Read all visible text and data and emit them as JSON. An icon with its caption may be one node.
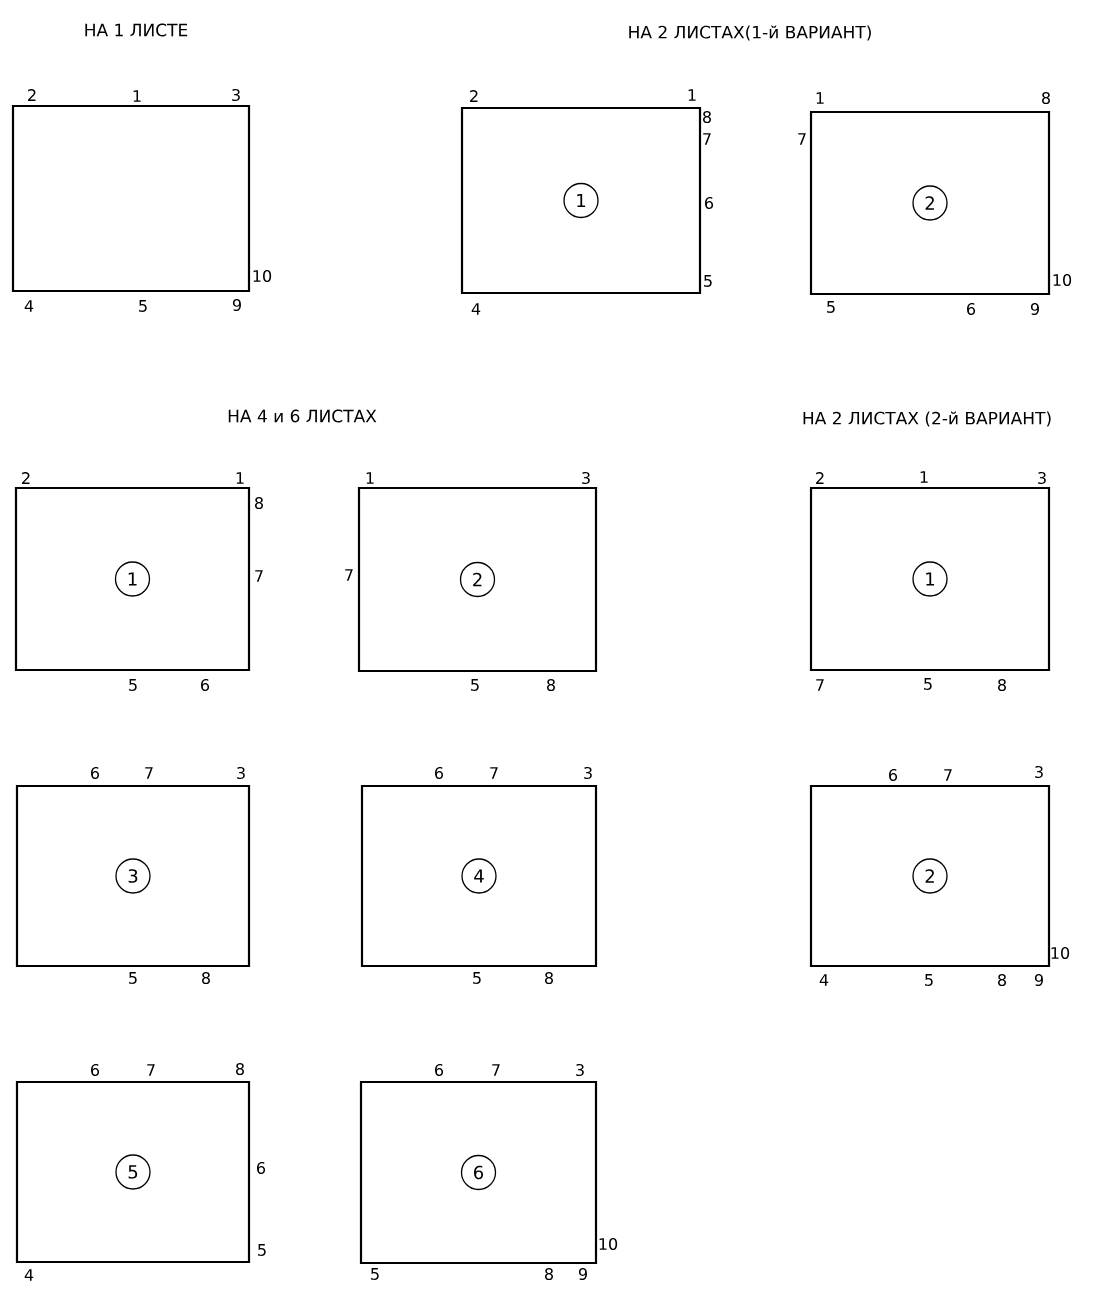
{
  "diagram": {
    "nodes": [
      {
        "text": [],
        "shape": "box",
        "beside": [
          "2",
          "1",
          "3",
          "10",
          "4",
          "5",
          "9"
        ]
      },
      {
        "text": [],
        "shape": "box",
        "beside": [
          "2",
          "1",
          "8",
          "7",
          "6",
          "5",
          "4"
        ]
      },
      {
        "text": [
          "1"
        ],
        "in": 1
      },
      {
        "text": [],
        "shape": "box",
        "beside": [
          "1",
          "8",
          "7",
          "10",
          "5",
          "6",
          "9"
        ]
      },
      {
        "text": [
          "2"
        ],
        "in": 3
      },
      {
        "text": [],
        "shape": "box",
        "beside": [
          "2",
          "1",
          "8",
          "7",
          "5",
          "6"
        ]
      },
      {
        "text": [
          "1"
        ],
        "in": 5
      },
      {
        "text": [],
        "shape": "box",
        "beside": [
          "1",
          "3",
          "7",
          "5",
          "8"
        ]
      },
      {
        "text": [
          "2"
        ],
        "in": 7
      },
      {
        "text": [],
        "shape": "box",
        "beside": [
          "2",
          "1",
          "3",
          "7",
          "5",
          "8"
        ]
      },
      {
        "text": [
          "1"
        ],
        "in": 9
      },
      {
        "text": [],
        "shape": "box",
        "beside": [
          "6",
          "7",
          "3",
          "5",
          "8"
        ]
      },
      {
        "text": [
          "3"
        ],
        "in": 11
      },
      {
        "text": [],
        "shape": "box",
        "beside": [
          "6",
          "7",
          "3",
          "5",
          "8"
        ]
      },
      {
        "text": [
          "4"
        ],
        "in": 13
      },
      {
        "text": [],
        "shape": "box",
        "beside": [
          "6",
          "7",
          "3",
          "10",
          "4",
          "5",
          "8",
          "9"
        ]
      },
      {
        "text": [
          "2"
        ],
        "in": 15
      },
      {
        "text": [],
        "shape": "box",
        "beside": [
          "6",
          "7",
          "8",
          "6",
          "5",
          "4"
        ]
      },
      {
        "text": [
          "5"
        ],
        "in": 17
      },
      {
        "text": [],
        "shape": "box",
        "beside": [
          "6",
          "7",
          "3",
          "10",
          "5",
          "8",
          "9"
        ]
      },
      {
        "text": [
          "6"
        ],
        "in": 19
      }
    ],
    "labels": [
      "НА 1 ЛИСТЕ",
      "НА 2 ЛИСТАХ(1-й ВАРИАНТ)",
      "НА 4 и 6 ЛИСТАХ",
      "НА 2 ЛИСТАХ (2-й ВАРИАНТ)"
    ]
  }
}
